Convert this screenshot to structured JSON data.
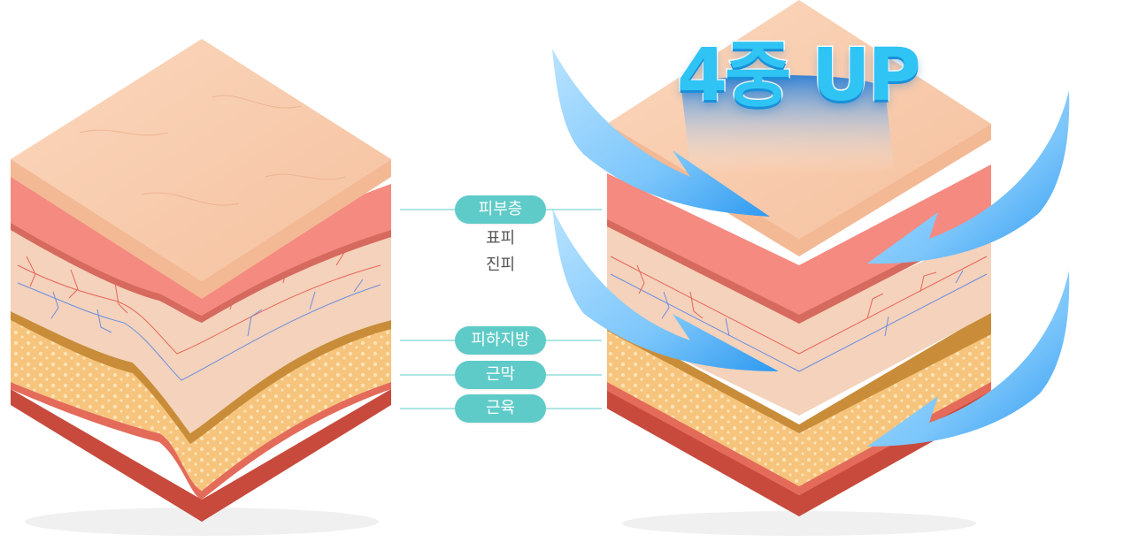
{
  "title": "4중 UP",
  "layers": {
    "skin_layer": "피부층",
    "epidermis": "표피",
    "dermis": "진피",
    "subcutaneous_fat": "피하지방",
    "fascia": "근막",
    "muscle": "근육"
  },
  "colors": {
    "pill": "#5ecbc8",
    "connector_line": "#5ecbc8",
    "epidermis_top": "#f8c9a8",
    "dermis_red": "#f07f73",
    "fat_yellow": "#f6c47c",
    "fascia_brown": "#c98d3a",
    "muscle_red": "#d9574a",
    "arrow_blue": "#7cc6fb",
    "title_blue": "#2fc4f4"
  },
  "icons": [
    "up-arrow-icon"
  ]
}
